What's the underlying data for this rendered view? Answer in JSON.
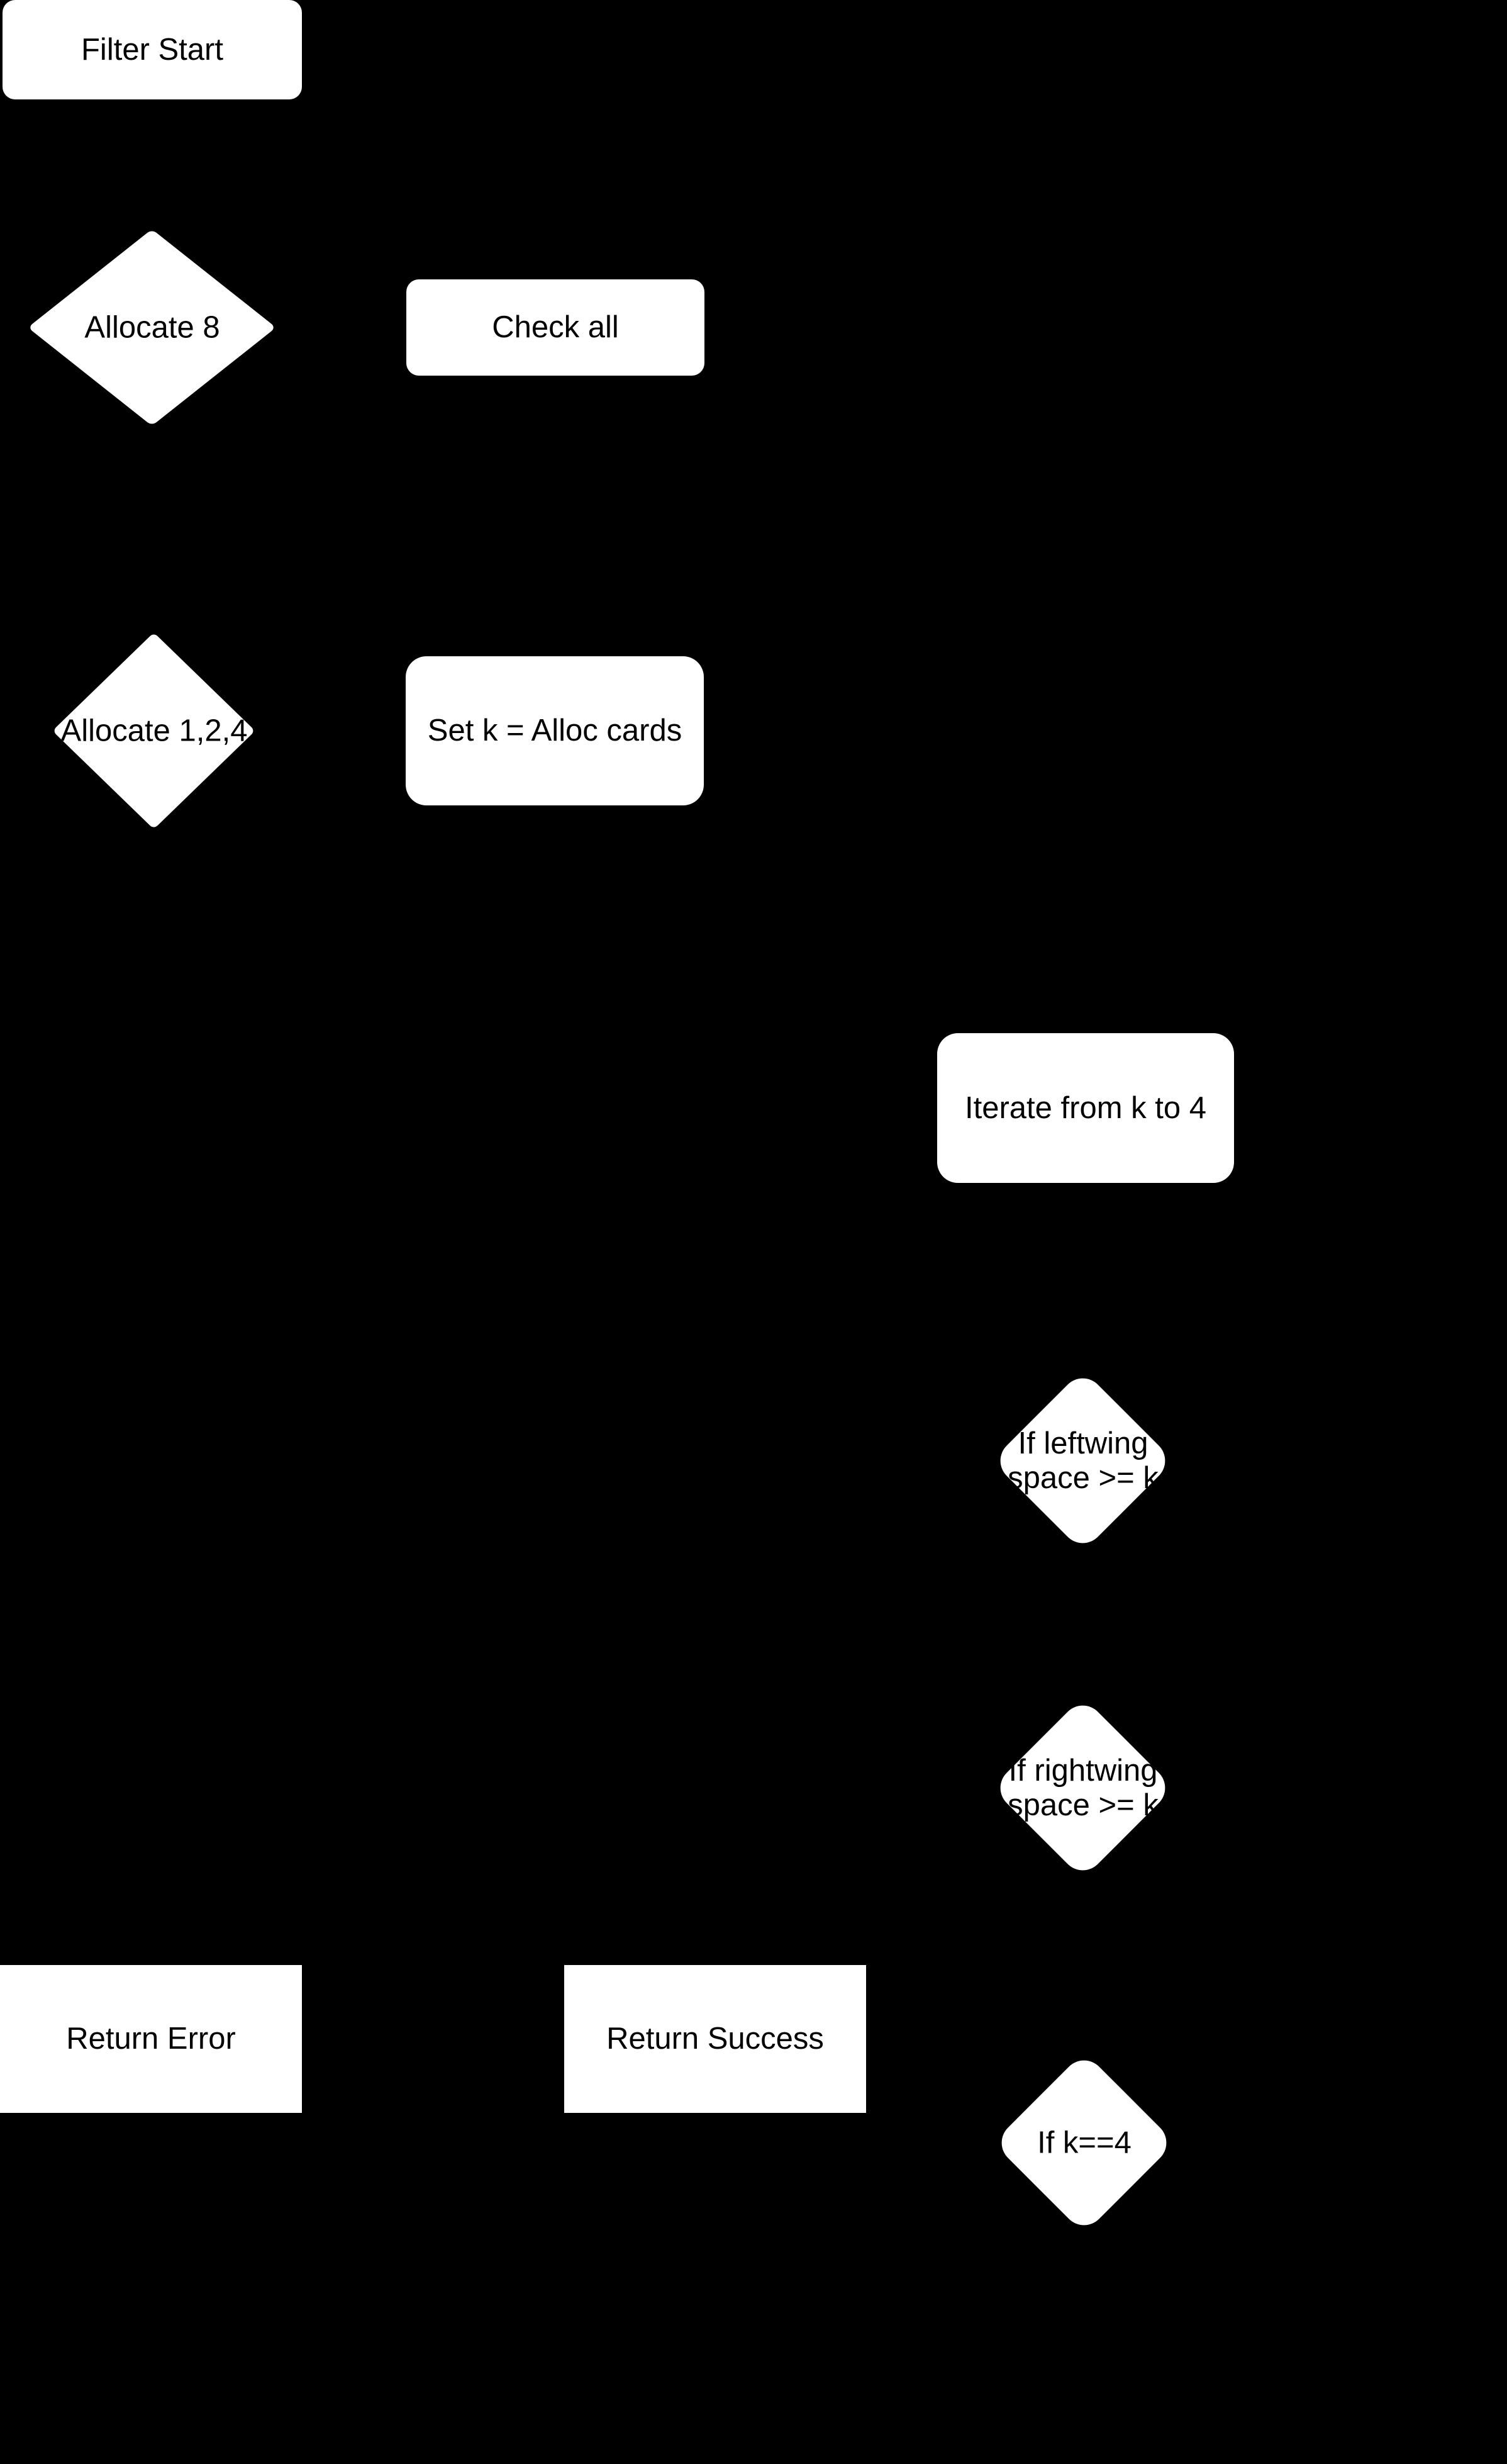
{
  "diagram": {
    "background_color": "#000000",
    "node_fill_color": "#ffffff",
    "node_text_color": "#000000",
    "nodes": {
      "filter_start": {
        "type": "terminator",
        "label": "Filter Start"
      },
      "allocate_8": {
        "type": "decision",
        "label": "Allocate 8"
      },
      "check_all": {
        "type": "process",
        "label": "Check all"
      },
      "allocate_124": {
        "type": "decision",
        "label": "Allocate 1,2,4"
      },
      "set_k": {
        "type": "process",
        "label": "Set k = Alloc cards"
      },
      "iterate": {
        "type": "process",
        "label": "Iterate from k to 4"
      },
      "if_leftwing": {
        "type": "decision",
        "lines": [
          "If leftwing",
          "space >= k"
        ]
      },
      "if_rightwing": {
        "type": "decision",
        "lines": [
          "If rightwing",
          "space >= k"
        ]
      },
      "return_error": {
        "type": "process",
        "label": "Return Error"
      },
      "return_success": {
        "type": "process",
        "label": "Return Success"
      },
      "if_k4": {
        "type": "decision",
        "label": "If k==4"
      }
    }
  }
}
